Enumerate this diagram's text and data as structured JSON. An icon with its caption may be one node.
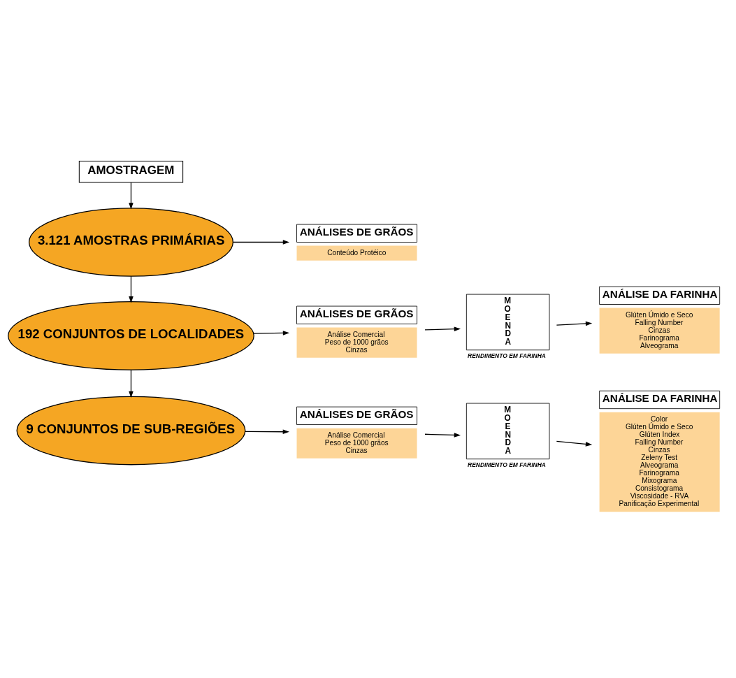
{
  "diagram": {
    "nodes": [
      {
        "text": [
          "AMOSTRAGEM"
        ]
      },
      {
        "text": [
          "3.121 AMOSTRAS PRIMÁRIAS"
        ]
      },
      {
        "text": [
          "ANÁLISES DE GRÃOS",
          "Conteúdo Protéico"
        ]
      },
      {
        "text": [
          "192 CONJUNTOS DE LOCALIDADES"
        ]
      },
      {
        "text": [
          "ANÁLISES DE GRÃOS",
          "Análise Comercial",
          "Peso de 1000 grãos",
          "Cinzas"
        ]
      },
      {
        "text": [
          "MOENDA"
        ],
        "beside": [
          "RENDIMENTO EM FARINHA"
        ]
      },
      {
        "text": [
          "ANÁLISE DA FARINHA",
          "Glúten Úmido e Seco",
          "Falling Number",
          "Cinzas",
          "Farinograma",
          "Alveograma"
        ]
      },
      {
        "text": [
          "9 CONJUNTOS DE SUB-REGIÕES"
        ]
      },
      {
        "text": [
          "ANÁLISES DE GRÃOS",
          "Análise Comercial",
          "Peso de 1000 grãos",
          "Cinzas"
        ]
      },
      {
        "text": [
          "MOENDA"
        ],
        "beside": [
          "RENDIMENTO EM FARINHA"
        ]
      },
      {
        "text": [
          "ANÁLISE DA FARINHA",
          "Color",
          "Glúten Úmido e Seco",
          "Glúten Index",
          "Falling Number",
          "Cinzas",
          "Zeleny Test",
          "Alveograma",
          "Farinograma",
          "Mixograma",
          "Consistograma",
          "Viscosidade - RVA",
          "Panificação Experimental"
        ]
      }
    ],
    "edges": [
      {
        "from": 0,
        "to": 1,
        "arrow": "to"
      },
      {
        "from": 1,
        "to": 2,
        "arrow": "to"
      },
      {
        "from": 1,
        "to": 3,
        "arrow": "to"
      },
      {
        "from": 3,
        "to": 4,
        "arrow": "to"
      },
      {
        "from": 4,
        "to": 5,
        "arrow": "to"
      },
      {
        "from": 5,
        "to": 6,
        "arrow": "to"
      },
      {
        "from": 3,
        "to": 7,
        "arrow": "to"
      },
      {
        "from": 7,
        "to": 8,
        "arrow": "to"
      },
      {
        "from": 8,
        "to": 9,
        "arrow": "to"
      },
      {
        "from": 9,
        "to": 10,
        "arrow": "to"
      }
    ]
  }
}
